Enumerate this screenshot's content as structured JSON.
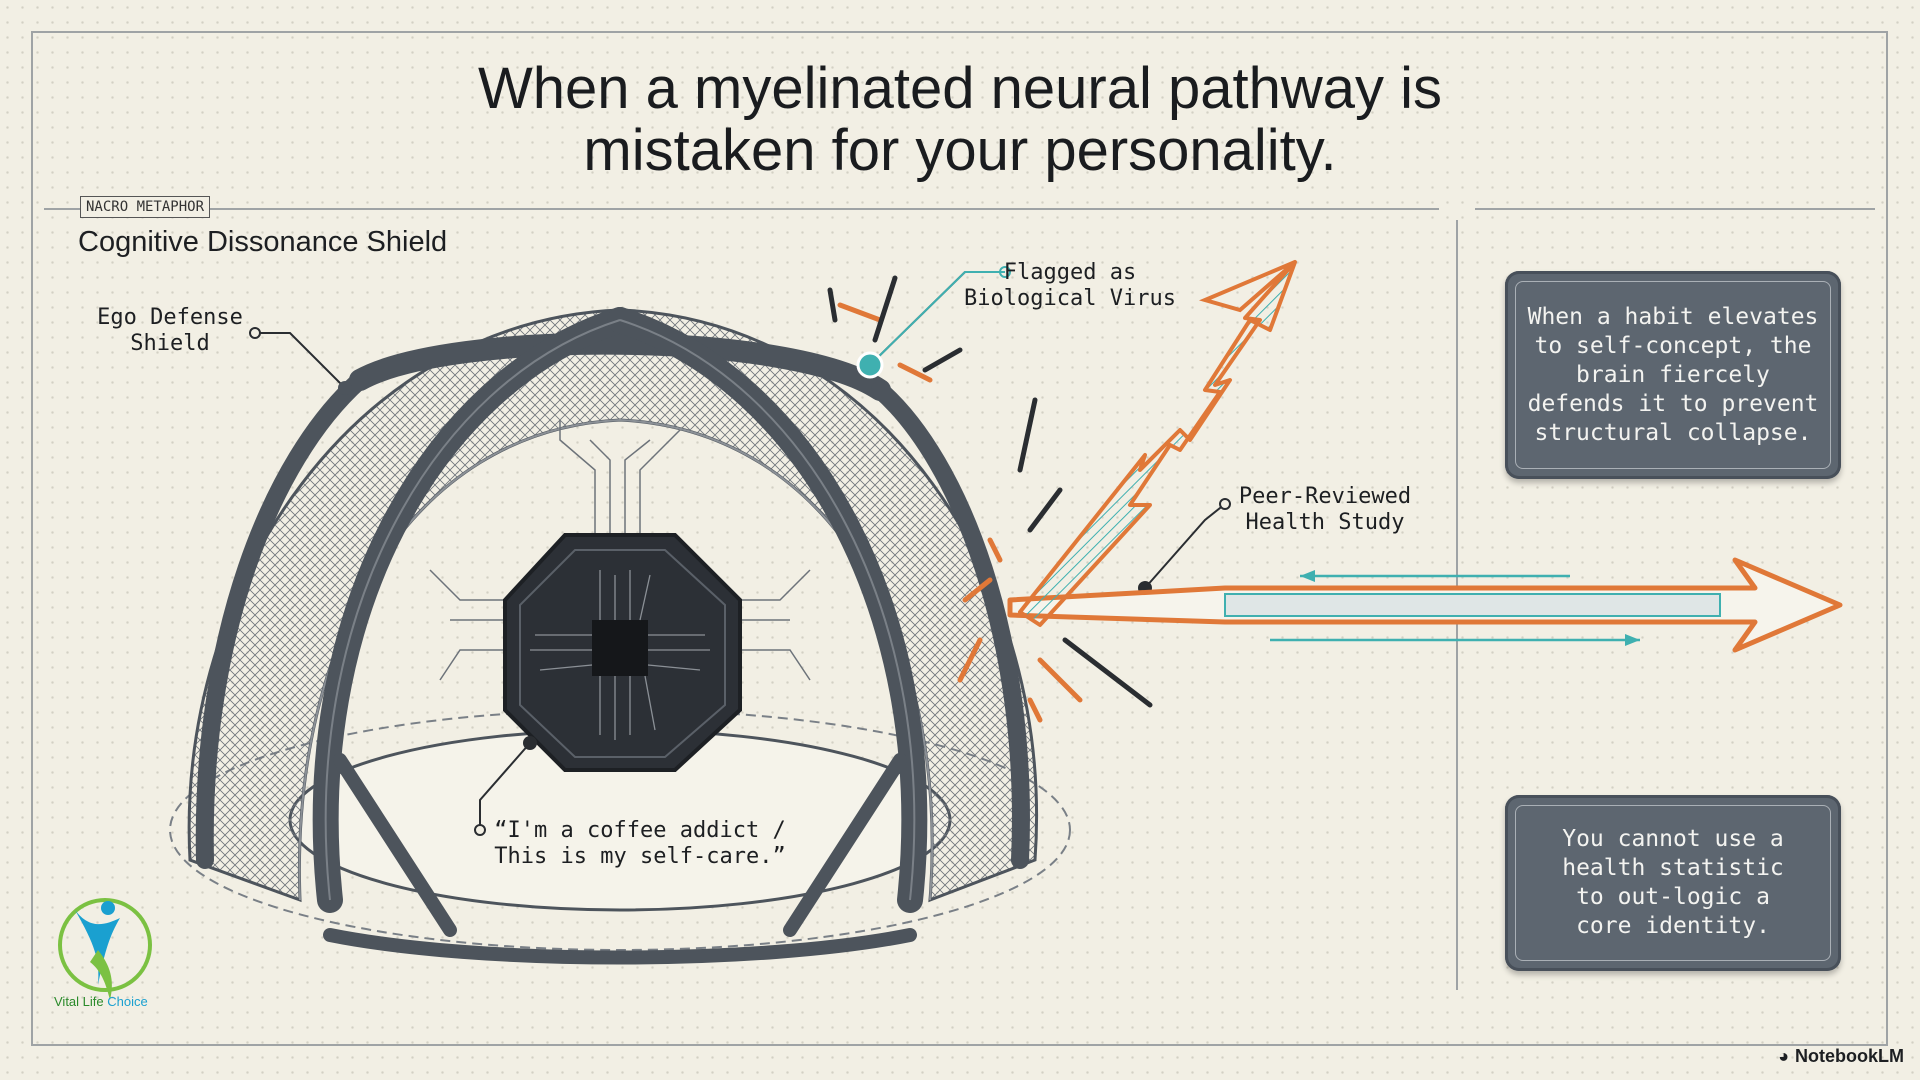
{
  "title": {
    "line1": "When a myelinated neural pathway is",
    "line2": "mistaken for your personality."
  },
  "section_tag": "NACRO METAPHOR",
  "section_title": "Cognitive Dissonance Shield",
  "labels": {
    "ego": {
      "line1": "Ego Defense",
      "line2": "Shield"
    },
    "flagged": {
      "line1": "Flagged as",
      "line2": "Biological Virus"
    },
    "peer": {
      "line1": "Peer-Reviewed",
      "line2": "Health Study"
    },
    "quote": {
      "line1": "“I'm a coffee addict /",
      "line2": "This is my self-care.”"
    }
  },
  "boxes": {
    "top": [
      "When a habit elevates",
      "to self-concept, the",
      "brain fiercely",
      "defends it to prevent",
      "structural collapse."
    ],
    "bottom": [
      "You cannot use a",
      "health statistic",
      "to out-logic a",
      "core identity."
    ]
  },
  "logo": {
    "part1": "Vital Life",
    "part2": "Choice"
  },
  "brand": "NotebookLM",
  "colors": {
    "orange": "#e07838",
    "teal": "#3fb0b0",
    "slate": "#5d6670",
    "dome": "#4d545c"
  }
}
